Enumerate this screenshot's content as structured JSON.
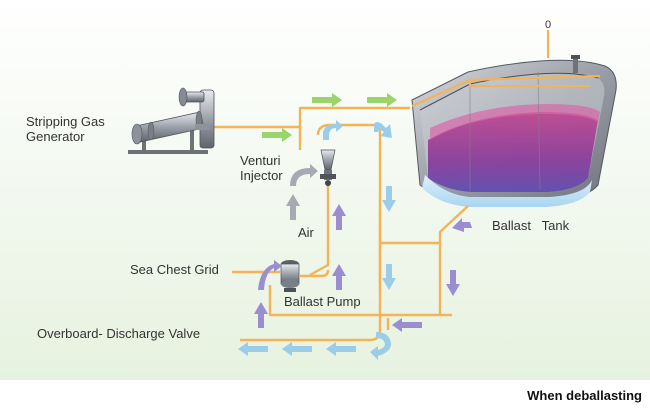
{
  "labels": {
    "stripping_gas_generator_line1": "Stripping Gas",
    "stripping_gas_generator_line2": "Generator",
    "venturi_injector_line1": "Venturi",
    "venturi_injector_line2": "Injector",
    "air": "Air",
    "ballast_tank": "Ballast   Tank",
    "sea_chest_grid": "Sea Chest Grid",
    "ballast_pump": "Ballast Pump",
    "overboard_discharge_valve": "Overboard- Discharge Valve",
    "vent_marker": "0"
  },
  "caption": "When deballasting",
  "colors": {
    "pipe": "#f2b457",
    "gas_arrow": "#9ad46a",
    "water_arrow": "#9ccde8",
    "air_arrow": "#a9a9b4",
    "drain_arrow": "#9a8ed0",
    "tank_fill": "#b03a8a",
    "equipment": "#8a8f96"
  }
}
